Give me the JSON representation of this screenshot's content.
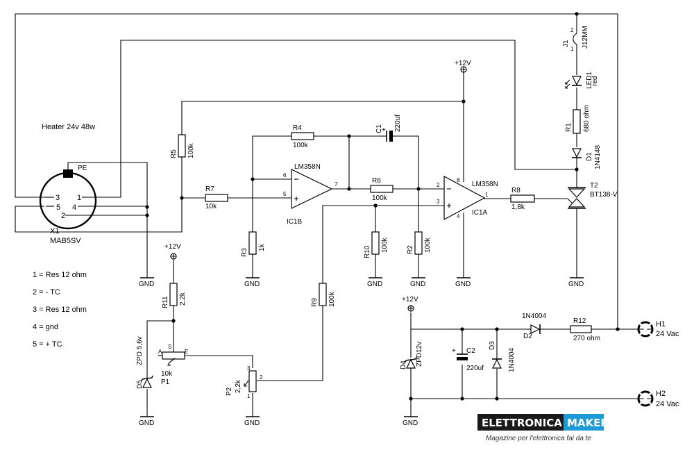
{
  "heater_label": "Heater 24v 48w",
  "connector": {
    "ref": "X1",
    "value": "MAB5SV",
    "pe": "PE",
    "pins": [
      "3",
      "1",
      "5",
      "4",
      "2"
    ]
  },
  "pin_legend": [
    "1 = Res 12 ohm",
    "2 = - TC",
    "3 = Res 12 ohm",
    "4 = gnd",
    "5 = + TC"
  ],
  "power": {
    "v12": "+12V",
    "gnd": "GND"
  },
  "resistors": {
    "R1": {
      "ref": "R1",
      "value": "680 ohm"
    },
    "R2": {
      "ref": "R2",
      "value": "100k"
    },
    "R3": {
      "ref": "R3",
      "value": "1k"
    },
    "R4": {
      "ref": "R4",
      "value": "100k"
    },
    "R5": {
      "ref": "R5",
      "value": "100k"
    },
    "R6": {
      "ref": "R6",
      "value": "100k"
    },
    "R7": {
      "ref": "R7",
      "value": "10k"
    },
    "R8": {
      "ref": "R8",
      "value": "1,8k"
    },
    "R9": {
      "ref": "R9",
      "value": "100k"
    },
    "R10": {
      "ref": "R10",
      "value": "100k"
    },
    "R11": {
      "ref": "R11",
      "value": "2,2k"
    },
    "R12": {
      "ref": "R12",
      "value": "270 ohm"
    }
  },
  "opamps": {
    "IC1B": {
      "ref": "IC1B",
      "part": "LM358N",
      "pins": {
        "in_minus": "6",
        "in_plus": "5",
        "out": "7"
      }
    },
    "IC1A": {
      "ref": "IC1A",
      "part": "LM358N",
      "pins": {
        "in_minus": "2",
        "in_plus": "3",
        "out": "1",
        "vcc": "8",
        "gnd": "4"
      }
    }
  },
  "capacitors": {
    "C1": {
      "ref": "C1",
      "value": "220uf"
    },
    "C2": {
      "ref": "C2",
      "value": "220uf"
    }
  },
  "diodes": {
    "D1": {
      "ref": "D1",
      "value": "1N4148"
    },
    "D2": {
      "ref": "D2",
      "value": "1N4004"
    },
    "D3": {
      "ref": "D3",
      "value": "1N4004"
    },
    "D4": {
      "ref": "D4",
      "value": "ZPD12v"
    },
    "D5": {
      "ref": "D5",
      "value": "ZPD 5,6v"
    }
  },
  "led": {
    "ref": "LED1",
    "color": "red"
  },
  "jumper": {
    "ref": "J1",
    "value": "J12MM",
    "pins": [
      "1",
      "2"
    ]
  },
  "triac": {
    "ref": "T2",
    "value": "BT138-V"
  },
  "trimmers": {
    "P1": {
      "ref": "P1",
      "value": "10k",
      "pins": [
        "A",
        "S",
        "E"
      ]
    },
    "P2": {
      "ref": "P2",
      "value": "2,2k",
      "pins": [
        "1",
        "2",
        "3"
      ]
    }
  },
  "terminals": {
    "H1": {
      "ref": "H1",
      "label": "24 Vac"
    },
    "H2": {
      "ref": "H2",
      "label": "24 Vac"
    }
  },
  "brand": {
    "name_left": "ELETTRONICA",
    "name_right": "MAKER",
    "tagline": "Magazine per l'elettronica fai da te",
    "dark": "#1a1a1a",
    "accent": "#1d9bd6"
  }
}
